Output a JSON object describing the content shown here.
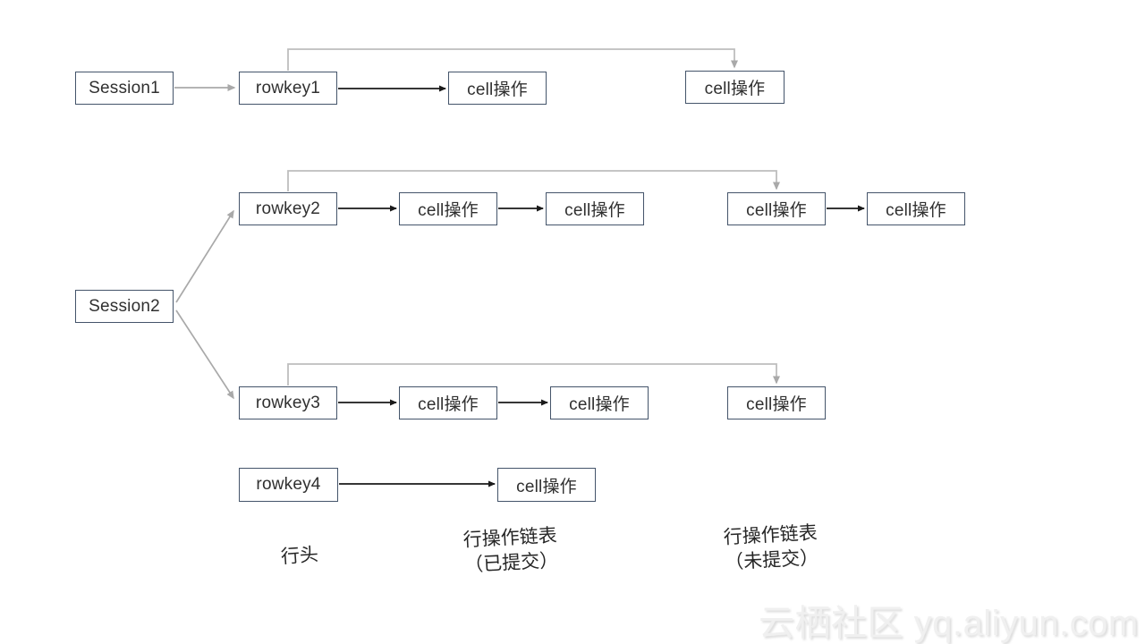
{
  "diagram": {
    "labels": {
      "session1": "Session1",
      "session2": "Session2",
      "rowkey1": "rowkey1",
      "rowkey2": "rowkey2",
      "rowkey3": "rowkey3",
      "rowkey4": "rowkey4",
      "cell_op": "cell操作"
    },
    "captions": {
      "row_head": "行头",
      "committed_line1": "行操作链表",
      "committed_line2": "（已提交）",
      "uncommitted_line1": "行操作链表",
      "uncommitted_line2": "（未提交）"
    },
    "watermark": "云栖社区 yq.aliyun.com",
    "colors": {
      "box_border": "#44546a",
      "box_text": "#303030",
      "black_arrow": "#1a1a1a",
      "gray_arrow": "#a9a9a9",
      "watermark": "#f0f0f0",
      "background": "#ffffff"
    }
  }
}
